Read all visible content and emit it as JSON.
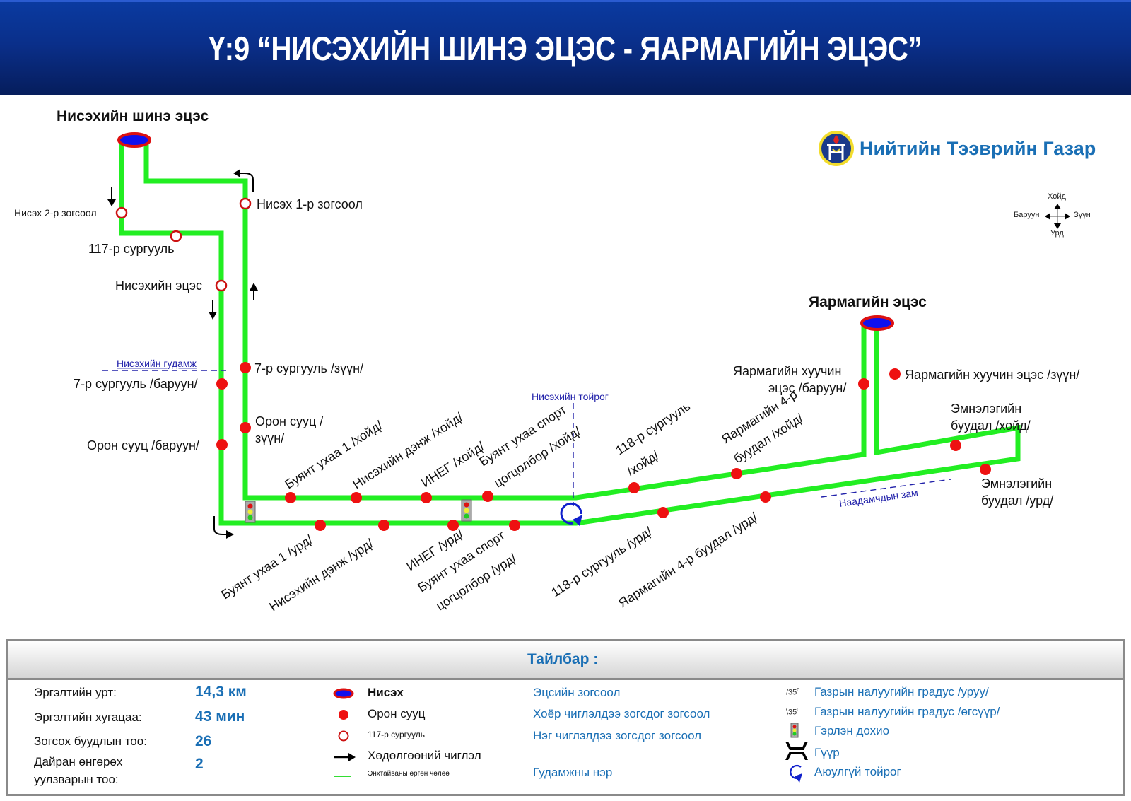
{
  "header": {
    "title": "Ү:9 “НИСЭХИЙН ШИНЭ ЭЦЭС - ЯАРМАГИЙН ЭЦЭС”"
  },
  "brand": {
    "name": "Нийтийн Тээврийн Газар",
    "logo_icon": "ntg-emblem-icon"
  },
  "compass": {
    "north": "Хойд",
    "west": "Баруун",
    "east": "Зүүн",
    "south": "Урд"
  },
  "terminals": {
    "start": "Нисэхийн шинэ эцэс",
    "end": "Яармагийн эцэс"
  },
  "streets": {
    "nisekh_gudamzh": "Нисэхийн гудамж",
    "nisekh_toirog": "Нисэхийн тойрог",
    "naadamchdyn_zam": "Наадамчдын зам"
  },
  "stops": {
    "nisekh2": "Нисэх 2-р зогсоол",
    "nisekh1": "Нисэх 1-р зогсоол",
    "school117": "117-р сургууль",
    "nisekh_etses": "Нисэхийн эцэс",
    "school7_w": "7-р сургууль /баруун/",
    "school7_e": "7-р сургууль /зүүн/",
    "oron_w": "Орон сууц /баруун/",
    "oron_e_1": "Орон сууц /",
    "oron_e_2": "зүүн/",
    "buyant1_n": "Буянт ухаа 1 /хойд/",
    "denzh_n": "Нисэхийн дэнж /хойд/",
    "ineg_n": "ИНЕГ /хойд/",
    "sport_n_1": "Буянт ухаа спорт",
    "sport_n_2": "цогцолбор /хойд/",
    "buyant1_s": "Буянт ухаа 1 /урд/",
    "denzh_s": "Нисэхийн дэнж /урд/",
    "ineg_s": "ИНЕГ /урд/",
    "sport_s_1": "Буянт ухаа спорт",
    "sport_s_2": "цогцолбор /урд/",
    "school118_n_1": "118-р сургууль",
    "school118_n_2": "/хойд/",
    "school118_s": "118-р сургууль /урд/",
    "yarmag4_n_1": "Яармагийн 4-р",
    "yarmag4_n_2": "буудал /хойд/",
    "yarmag4_s": "Яармагийн 4-р буудал /урд/",
    "old_w_1": "Яармагийн хуучин",
    "old_w_2": "эцэс /баруун/",
    "old_e": "Яармагийн хуучин эцэс /зүүн/",
    "hosp_n_1": "Эмнэлэгийн",
    "hosp_n_2": "буудал /хойд/",
    "hosp_s_1": "Эмнэлэгийн",
    "hosp_s_2": "буудал /урд/"
  },
  "legend": {
    "title": "Тайлбар :",
    "stats": [
      {
        "label": "Эргэлтийн урт:",
        "value": "14,3 км"
      },
      {
        "label": "Эргэлтийн хугацаа:",
        "value": "43 мин"
      },
      {
        "label": "Зогсох буудлын тоо:",
        "value": "26"
      },
      {
        "label_1": "Дайран өнгөрөх",
        "label_2": "уулзварын тоо:",
        "value": "2"
      }
    ],
    "symbols": [
      {
        "icon": "terminal-oval-icon",
        "label": "Нисэх",
        "desc": "Эцсийн зогсоол"
      },
      {
        "icon": "filled-stop-icon",
        "label": "Орон сууц",
        "desc": "Хоёр чиглэлдээ зогсдог зогсоол"
      },
      {
        "icon": "hollow-stop-icon",
        "label": "117-р сургууль",
        "desc": "Нэг чиглэлдээ зогсдог зогсоол"
      },
      {
        "icon": "direction-arrow-icon",
        "label": "Хөдөлгөөний чиглэл"
      },
      {
        "icon": "green-line-icon",
        "label": "Энхтайваны өргөн чөлөө",
        "desc": "Гудамжны нэр"
      }
    ],
    "extras": [
      {
        "icon": "slope-down-icon",
        "mark": "/35",
        "sup": "0",
        "label": "Газрын налуугийн градус /уруу/"
      },
      {
        "icon": "slope-up-icon",
        "mark": "\\35",
        "sup": "0",
        "label": "Газрын налуугийн градус /өгсүүр/"
      },
      {
        "icon": "traffic-light-icon",
        "label": "Гэрлэн дохио"
      },
      {
        "icon": "bridge-icon",
        "label": "Гүүр"
      },
      {
        "icon": "roundabout-icon",
        "label": "Аюулгүй тойрог"
      }
    ]
  },
  "colors": {
    "route": "#22ee22",
    "stop": "#ee1111",
    "terminal_fill": "#1010ee",
    "terminal_border": "#dd1111",
    "street_label": "#2222aa",
    "accent": "#1a6fb5"
  }
}
